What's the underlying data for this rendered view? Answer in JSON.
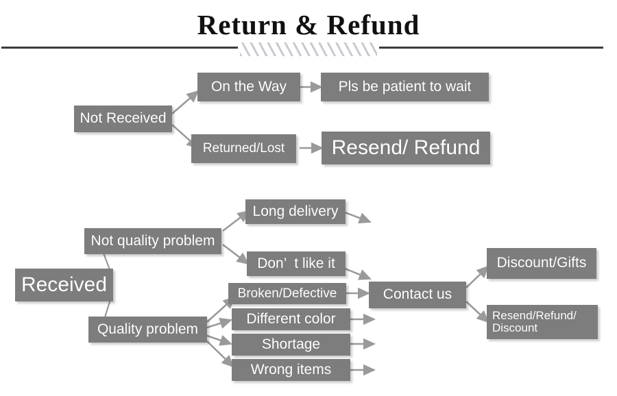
{
  "header": {
    "title": "Return & Refund"
  },
  "diagram": {
    "type": "flowchart",
    "branches": [
      {
        "root": "Not Received",
        "paths": [
          {
            "state": "On the Way",
            "outcome": "Pls be patient to wait"
          },
          {
            "state": "Returned/Lost",
            "outcome": "Resend/ Refund"
          }
        ]
      },
      {
        "root": "Received",
        "categories": [
          {
            "name": "Not quality problem",
            "reasons": [
              "Long delivery",
              "Don’  t like it"
            ]
          },
          {
            "name": "Quality problem",
            "reasons": [
              "Broken/Defective",
              "Different color",
              "Shortage",
              "Wrong items"
            ]
          }
        ],
        "action": "Contact us",
        "outcomes": [
          "Discount/Gifts",
          "Resend/Refund/\nDiscount"
        ]
      }
    ]
  },
  "nodes": {
    "not_received": "Not Received",
    "on_the_way": "On the Way",
    "pls_wait": "Pls be patient to wait",
    "returned_lost": "Returned/Lost",
    "resend_refund": "Resend/ Refund",
    "received": "Received",
    "not_quality_problem": "Not quality problem",
    "quality_problem": "Quality problem",
    "long_delivery": "Long delivery",
    "dont_like_it": "Don’  t like it",
    "broken_defective": "Broken/Defective",
    "different_color": "Different color",
    "shortage": "Shortage",
    "wrong_items": "Wrong items",
    "contact_us": "Contact us",
    "discount_gifts": "Discount/Gifts",
    "resend_refund_discount": "Resend/Refund/\nDiscount"
  },
  "colors": {
    "box_fill": "#7d7d7d",
    "box_text": "#ffffff",
    "connector": "#9a9a9a",
    "rule": "#3b3b3f",
    "hatch": "#c9c9cf",
    "title_text": "#111111",
    "background": "#ffffff"
  }
}
